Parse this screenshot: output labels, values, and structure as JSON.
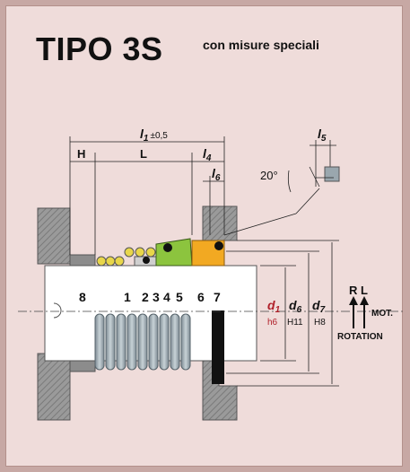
{
  "title": "TIPO 3S",
  "subtitle": "con misure speciali",
  "dimensions": {
    "l1": "l",
    "l1_sub": "1",
    "l1_tol": "±0,5",
    "h": "H",
    "l": "L",
    "l4": "l",
    "l4_sub": "4",
    "l5": "l",
    "l5_sub": "5",
    "l6": "l",
    "l6_sub": "6",
    "angle": "20°"
  },
  "parts": [
    "8",
    "1",
    "2",
    "3",
    "4",
    "5",
    "6",
    "7"
  ],
  "diameters": [
    {
      "sym": "d",
      "sub": "1",
      "tol": "h6",
      "color": "#b0202a"
    },
    {
      "sym": "d",
      "sub": "6",
      "tol": "H11",
      "color": "#1a1a1a"
    },
    {
      "sym": "d",
      "sub": "7",
      "tol": "H8",
      "color": "#1a1a1a"
    }
  ],
  "rotation": {
    "r": "R",
    "l": "L",
    "mot": "MOT.",
    "label": "ROTATION"
  },
  "colors": {
    "shaft": "#ffffff",
    "housing": "#8c8c8c",
    "spring": "#9aa7ae",
    "yellow": "#e8d64a",
    "green": "#8cc43e",
    "orange": "#f2a922"
  }
}
